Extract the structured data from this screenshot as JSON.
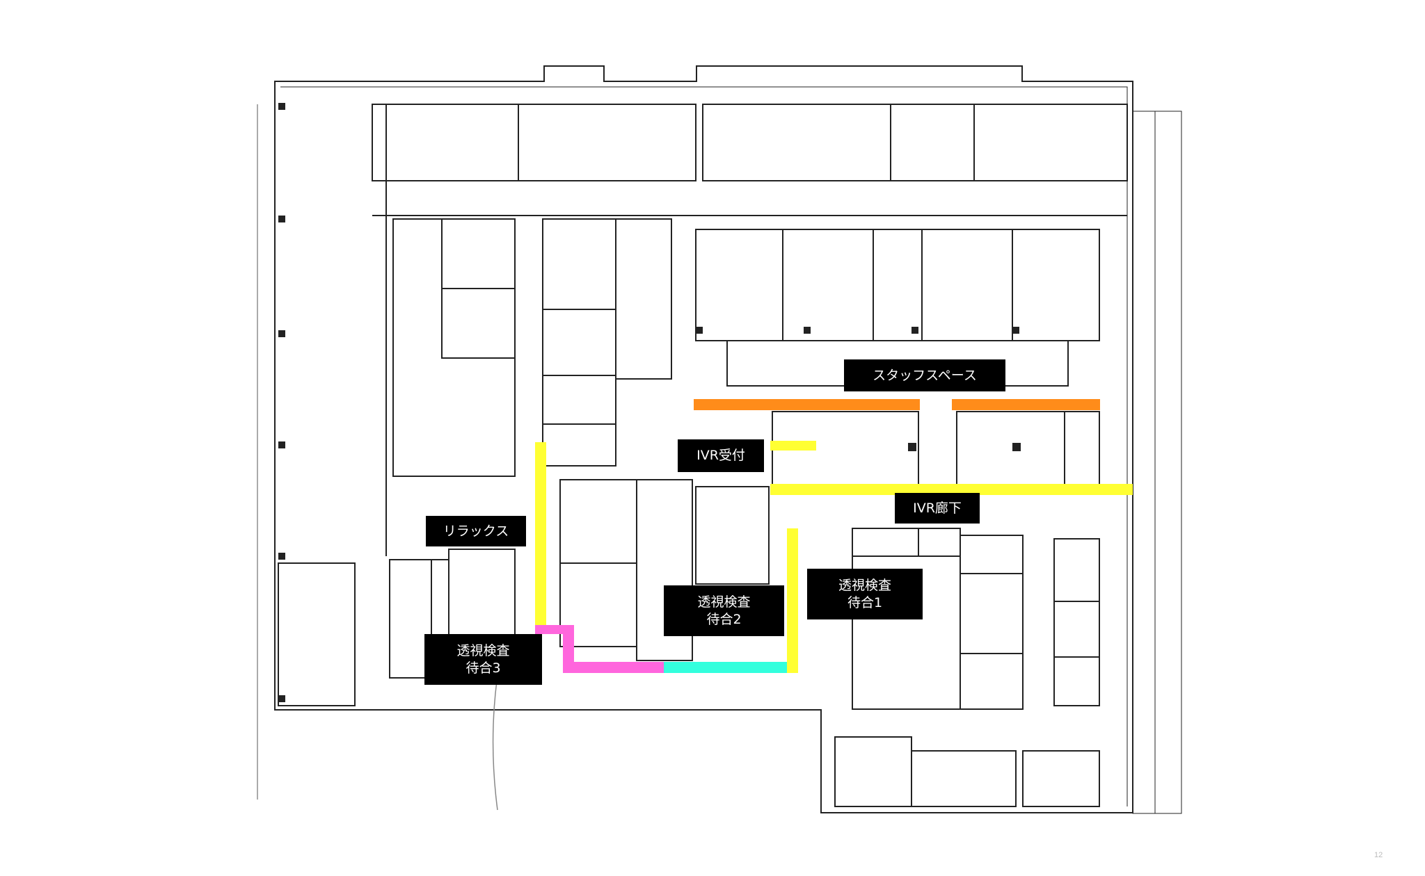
{
  "labels": {
    "staff_space": "スタッフスペース",
    "ivr_reception": "IVR受付",
    "ivr_corridor": "IVR廊下",
    "relax": "リラックス",
    "fluoro_waiting_1": "透視検査\n待合1",
    "fluoro_waiting_2": "透視検査\n待合2",
    "fluoro_waiting_3": "透視検査\n待合3"
  },
  "colors": {
    "orange": "#ff8c1a",
    "yellow": "#ffff33",
    "pink": "#ff66dd",
    "cyan": "#33ffdd"
  },
  "page_number": "12"
}
